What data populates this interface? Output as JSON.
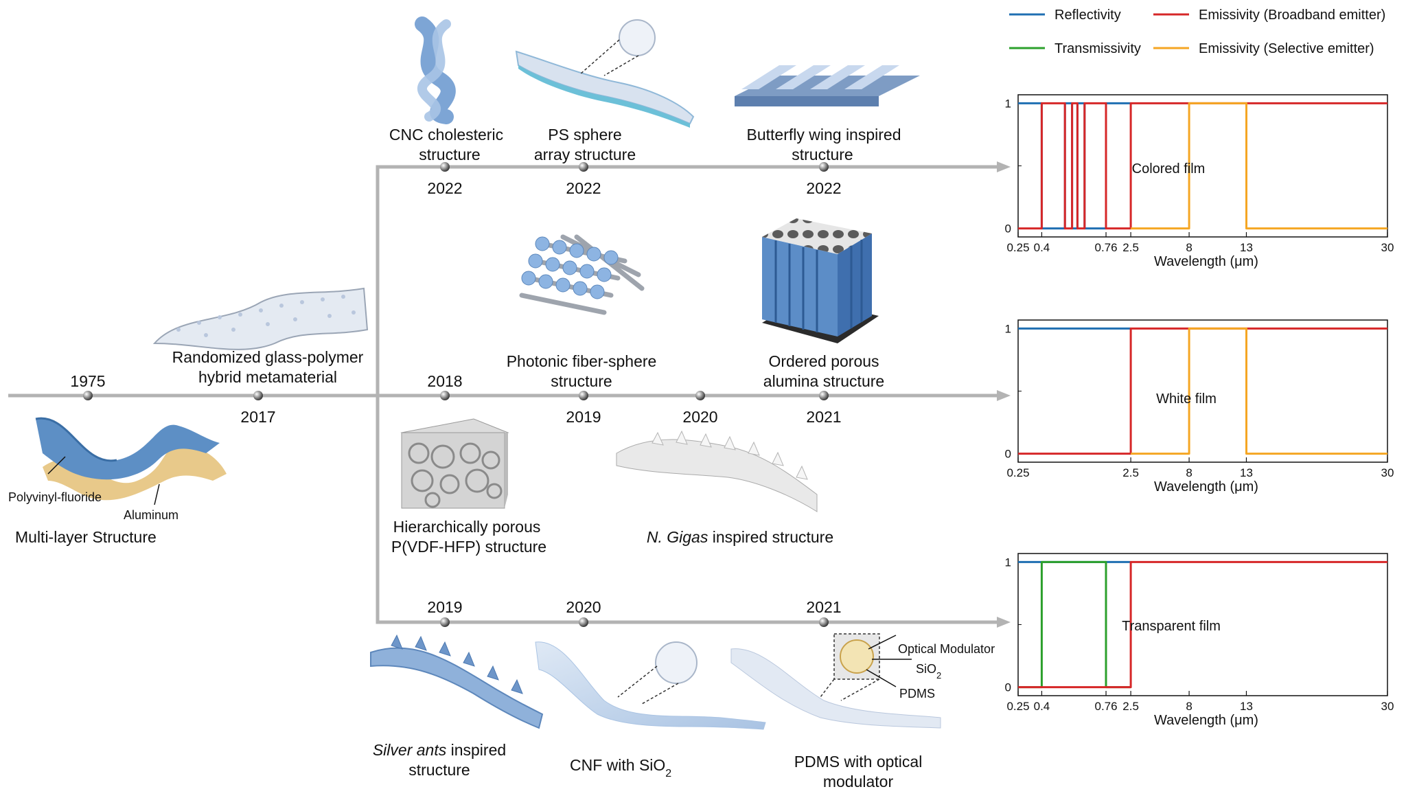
{
  "legend": {
    "reflectivity": "Reflectivity",
    "transmissivity": "Transmissivity",
    "emissivity_broadband": "Emissivity (Broadband emitter)",
    "emissivity_selective": "Emissivity (Selective emitter)"
  },
  "colors": {
    "reflectivity": "#1f6fb2",
    "transmissivity": "#2ca02c",
    "emissivity_broadband": "#d62728",
    "emissivity_selective": "#f5a623",
    "timeline": "#b3b3b3"
  },
  "timeline": {
    "main_years": {
      "y1975": "1975",
      "y2017": "2017",
      "y2018": "2018",
      "y2019": "2019",
      "y2020": "2020",
      "y2021": "2021"
    },
    "top_years": {
      "a": "2022",
      "b": "2022",
      "c": "2022"
    },
    "bottom_years": {
      "a": "2019",
      "b": "2020",
      "c": "2021"
    }
  },
  "labels": {
    "multilayer": "Multi-layer Structure",
    "polyvinyl": "Polyvinyl-fluoride",
    "aluminum": "Aluminum",
    "glass_polymer_1": "Randomized glass-polymer",
    "glass_polymer_2": "hybrid metamaterial",
    "cnc_1": "CNC cholesteric",
    "cnc_2": "structure",
    "ps_1": "PS sphere",
    "ps_2": "array structure",
    "butterfly_1": "Butterfly wing inspired",
    "butterfly_2": "structure",
    "fiber_1": "Photonic fiber-sphere",
    "fiber_2": "structure",
    "alumina_1": "Ordered porous",
    "alumina_2": "alumina structure",
    "pvdf_1": "Hierarchically porous",
    "pvdf_2": "P(VDF-HFP) structure",
    "ngigas_italic": "N. Gigas",
    "ngigas_rest": " inspired structure",
    "ants_italic": "Silver ants",
    "ants_rest": " inspired",
    "ants_2": "structure",
    "cnf": "CNF with SiO",
    "cnf_sub": "2",
    "pdms_1": "PDMS with optical",
    "pdms_2": "modulator",
    "optical_modulator": "Optical Modulator",
    "sio2": "SiO",
    "sio2_sub": "2",
    "pdms_small": "PDMS"
  },
  "chart_data": [
    {
      "type": "line",
      "annotation": "Colored film",
      "xlabel": "Wavelength (μm)",
      "xticks": [
        "0.25",
        "0.4",
        "0.76",
        "2.5",
        "8",
        "13",
        "30"
      ],
      "yticks": [
        "0",
        "1"
      ],
      "ylim": [
        0,
        1
      ],
      "series": [
        {
          "name": "Reflectivity",
          "x": [
            0.25,
            0.34,
            0.4,
            0.44,
            0.53,
            0.57,
            0.6,
            0.64,
            0.72,
            0.76,
            2.5
          ],
          "values": [
            1,
            1,
            0,
            0,
            1,
            0,
            1,
            0,
            0,
            1,
            1
          ]
        },
        {
          "name": "Emissivity (Broadband emitter)",
          "x": [
            0.25,
            0.34,
            0.4,
            0.44,
            0.53,
            0.57,
            0.6,
            0.64,
            0.72,
            0.76,
            2.5,
            30
          ],
          "values": [
            0,
            0,
            1,
            1,
            0,
            1,
            0,
            1,
            1,
            0,
            1,
            1
          ]
        },
        {
          "name": "Emissivity (Selective emitter)",
          "x": [
            2.5,
            8,
            13,
            30
          ],
          "values": [
            0,
            1,
            0,
            0
          ]
        }
      ]
    },
    {
      "type": "line",
      "annotation": "White film",
      "xlabel": "Wavelength (μm)",
      "xticks": [
        "0.25",
        "2.5",
        "8",
        "13",
        "30"
      ],
      "yticks": [
        "0",
        "1"
      ],
      "ylim": [
        0,
        1
      ],
      "series": [
        {
          "name": "Reflectivity",
          "x": [
            0.25,
            2.5
          ],
          "values": [
            1,
            1
          ]
        },
        {
          "name": "Emissivity (Broadband emitter)",
          "x": [
            0.25,
            2.5,
            30
          ],
          "values": [
            0,
            1,
            1
          ]
        },
        {
          "name": "Emissivity (Selective emitter)",
          "x": [
            2.5,
            8,
            13,
            30
          ],
          "values": [
            0,
            1,
            0,
            0
          ]
        }
      ]
    },
    {
      "type": "line",
      "annotation": "Transparent film",
      "xlabel": "Wavelength (μm)",
      "xticks": [
        "0.25",
        "0.4",
        "0.76",
        "2.5",
        "8",
        "13",
        "30"
      ],
      "yticks": [
        "0",
        "1"
      ],
      "ylim": [
        0,
        1
      ],
      "series": [
        {
          "name": "Reflectivity",
          "x": [
            0.25,
            2.5
          ],
          "values": [
            1,
            1
          ]
        },
        {
          "name": "Transmissivity",
          "x": [
            0.25,
            0.4,
            0.76,
            2.5
          ],
          "values": [
            0,
            1,
            0,
            0
          ]
        },
        {
          "name": "Emissivity (Broadband emitter)",
          "x": [
            0.25,
            2.5,
            30
          ],
          "values": [
            0,
            1,
            1
          ]
        }
      ]
    }
  ]
}
